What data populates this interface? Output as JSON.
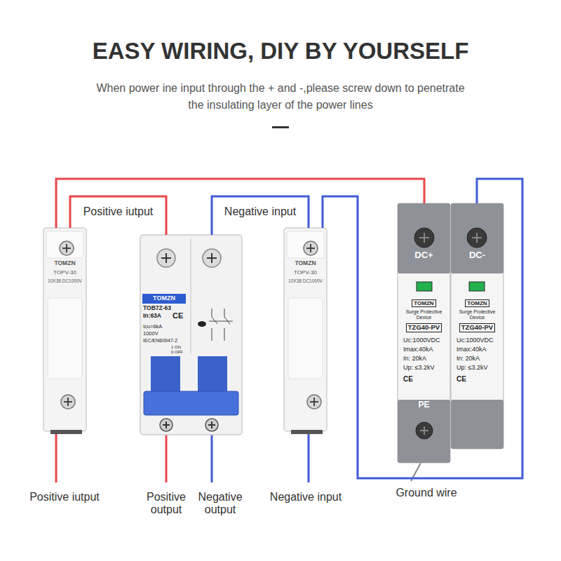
{
  "diagram": {
    "title": "EASY WIRING, DIY BY YOURSELF",
    "nodes": [
      {
        "text": [
          "TOMZN",
          "TOPV-30",
          "10X38 DC1000V"
        ]
      },
      {
        "text": [
          "TOMZN",
          "TOB7Z-63",
          "In:63A",
          "CE",
          "Icu=6kA",
          "1000V",
          "IEC/EN60947-2",
          "1 ON",
          "0 OFF"
        ]
      },
      {
        "text": [
          "TOMZN",
          "TOPV-30",
          "10X38 DC1000V"
        ]
      },
      {
        "text": [
          "DC+",
          "TOMZN",
          "Surge Protective Device",
          "TZG40-PV",
          "Uc:1000VDC",
          "Imax:40kA",
          "In: 20kA",
          "Up: ≤3.2kV",
          "CE",
          "PE"
        ]
      },
      {
        "text": [
          "DC-",
          "TOMZN",
          "Surge Protective Device",
          "TZG40-PV",
          "Uc:1000VDC",
          "Imax:40kA",
          "In: 20kA",
          "Up: ≤3.2kV",
          "CE"
        ]
      }
    ],
    "edges": [
      {
        "from": 0,
        "to": 1,
        "arrow": "none",
        "label": "Positive iutput"
      },
      {
        "from": 0,
        "to": 3,
        "arrow": "none"
      },
      {
        "from": 1,
        "to": 2,
        "arrow": "none",
        "label": "Negative input"
      },
      {
        "from": 2,
        "to": 4,
        "arrow": "none"
      }
    ],
    "labels": [
      "When power ine input through the + and -,please screw down to penetrate the insulating layer of the power lines",
      "Positive iutput",
      "Positive output",
      "Negative output",
      "Negative input",
      "Ground wire"
    ]
  }
}
